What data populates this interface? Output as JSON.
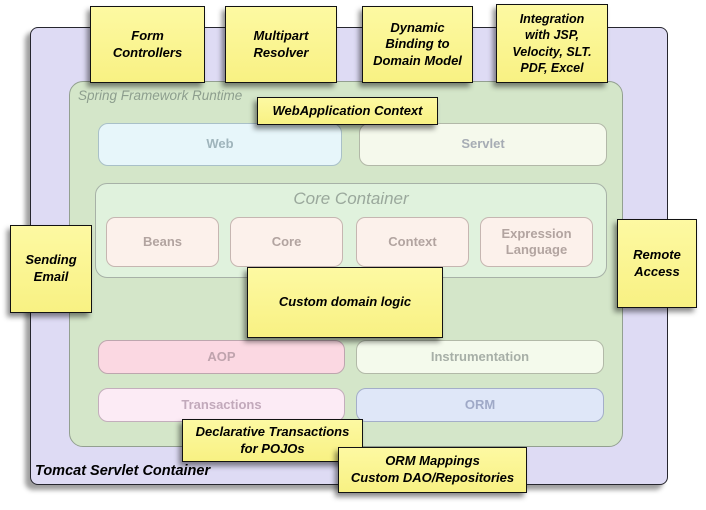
{
  "container": {
    "label": "Tomcat Servlet Container"
  },
  "runtime": {
    "label": "Spring Framework Runtime"
  },
  "modules": {
    "web": "Web",
    "servlet": "Servlet",
    "aop": "AOP",
    "instrumentation": "Instrumentation",
    "transactions": "Transactions",
    "orm": "ORM"
  },
  "core": {
    "title": "Core Container",
    "beans": "Beans",
    "core": "Core",
    "context": "Context",
    "expression_language": "Expression\nLanguage"
  },
  "notes": {
    "form_controllers": "Form\nControllers",
    "multipart_resolver": "Multipart\nResolver",
    "dynamic_binding": "Dynamic\nBinding to\nDomain Model",
    "integration": "Integration\nwith JSP,\nVelocity, SLT.\nPDF, Excel",
    "webapplication_context": "WebApplication Context",
    "sending_email": "Sending\nEmail",
    "remote_access": "Remote\nAccess",
    "custom_domain_logic": "Custom domain logic",
    "declarative_transactions": "Declarative Transactions\nfor POJOs",
    "orm_mappings": "ORM Mappings\nCustom DAO/Repositories"
  },
  "palette": {
    "container_purple": "#dedbf4",
    "runtime_green": "#d4e6c9",
    "core_green": "#e0f2dd",
    "web_cyan": "#e7f6fa",
    "servlet_offwhite": "#f5f9ec",
    "aop_pink": "#fbd8e2",
    "transactions_pink": "#fcebf5",
    "orm_blue": "#dfe7f8",
    "core_module_cream": "#fcf1eb",
    "note_yellow": "#f9f48e"
  }
}
